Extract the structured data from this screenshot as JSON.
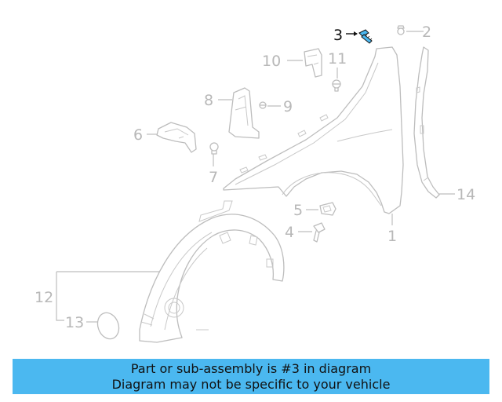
{
  "diagram": {
    "callouts": {
      "c1": "1",
      "c2": "2",
      "c3": "3",
      "c4": "4",
      "c5": "5",
      "c6": "6",
      "c7": "7",
      "c8": "8",
      "c9": "9",
      "c10": "10",
      "c11": "11",
      "c12": "12",
      "c13": "13",
      "c14": "14"
    },
    "highlighted_part": "3",
    "colors": {
      "highlight_fill": "#4bb8f0",
      "line_art": "#bdbdbd",
      "banner_bg": "#4bb8f0"
    }
  },
  "banner": {
    "line1": "Part or sub-assembly is #3 in diagram",
    "line2": "Diagram may not be specific to your vehicle"
  }
}
